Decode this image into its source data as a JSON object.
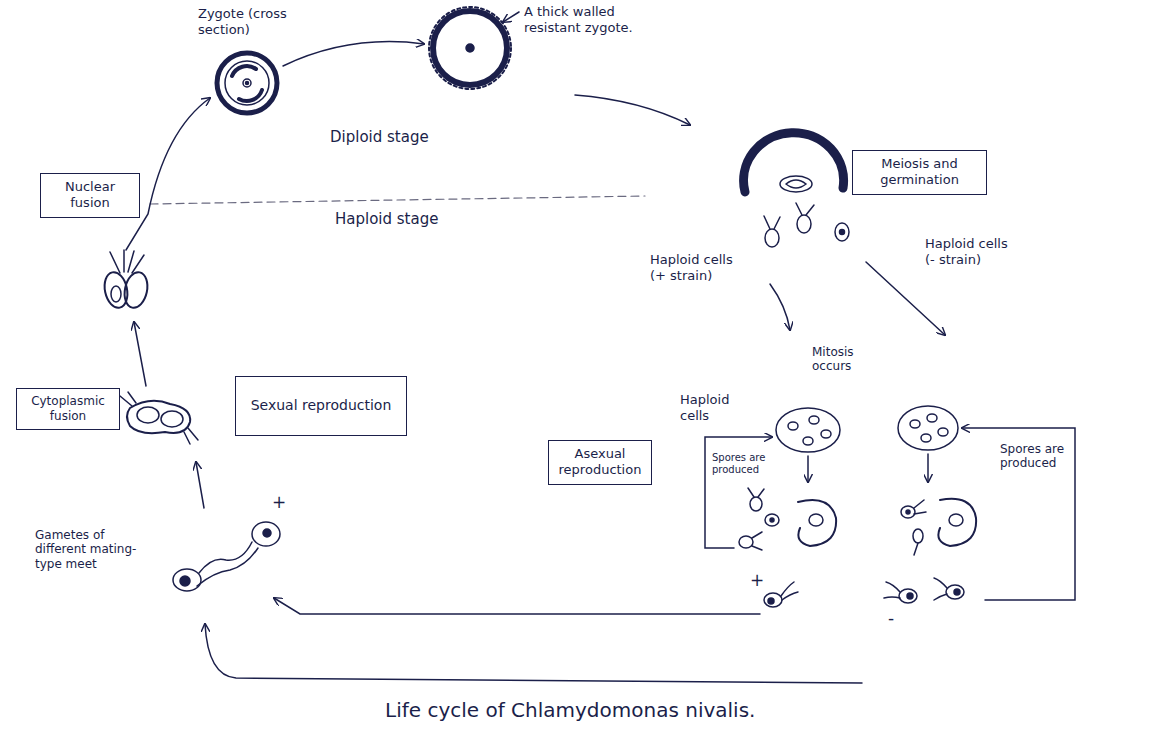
{
  "diagram": {
    "caption": "Life cycle of Chlamydomonas nivalis.",
    "nodes": [
      {
        "text": [
          "Nuclear fusion"
        ]
      },
      {
        "text": [
          "Cytoplasmic fusion"
        ]
      },
      {
        "text": [
          "Sexual reproduction"
        ]
      },
      {
        "text": [
          "Meiosis and germination"
        ]
      },
      {
        "text": [
          "Asexual reproduction"
        ]
      }
    ],
    "labels": [
      "Zygote (cross section)",
      "A thick walled resistant zygote.",
      "Diploid stage",
      "Haploid stage",
      "Haploid cells (+ strain)",
      "Haploid cells (- strain)",
      "Mitosis occurs",
      "Haploid cells",
      "Spores are produced",
      "Spores are produced",
      "+",
      "+",
      "-",
      "Gametes of different mating-type meet"
    ]
  }
}
